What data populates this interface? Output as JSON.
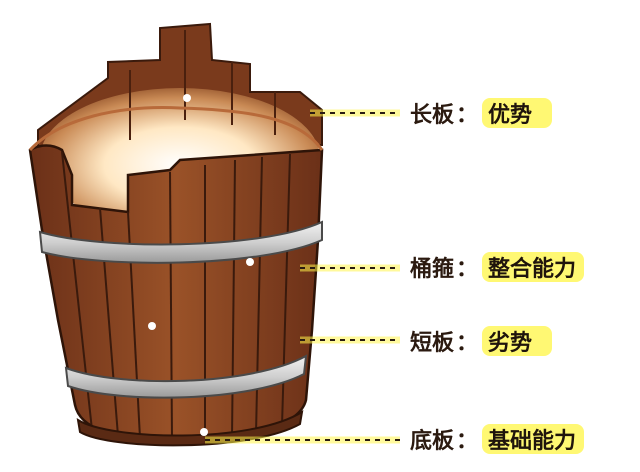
{
  "labels": [
    {
      "term": "长板",
      "sep": "：",
      "meaning": "优势"
    },
    {
      "term": "桶箍",
      "sep": "：",
      "meaning": "整合能力"
    },
    {
      "term": "短板",
      "sep": "：",
      "meaning": "劣势"
    },
    {
      "term": "底板",
      "sep": "：",
      "meaning": "基础能力"
    }
  ],
  "colors": {
    "wood_dark": "#5a2a14",
    "wood_mid": "#8a4a24",
    "wood_light": "#b0683a",
    "inner_glow": "#fff4df",
    "hoop": "#d9d9d9",
    "highlight": "#fff200"
  }
}
